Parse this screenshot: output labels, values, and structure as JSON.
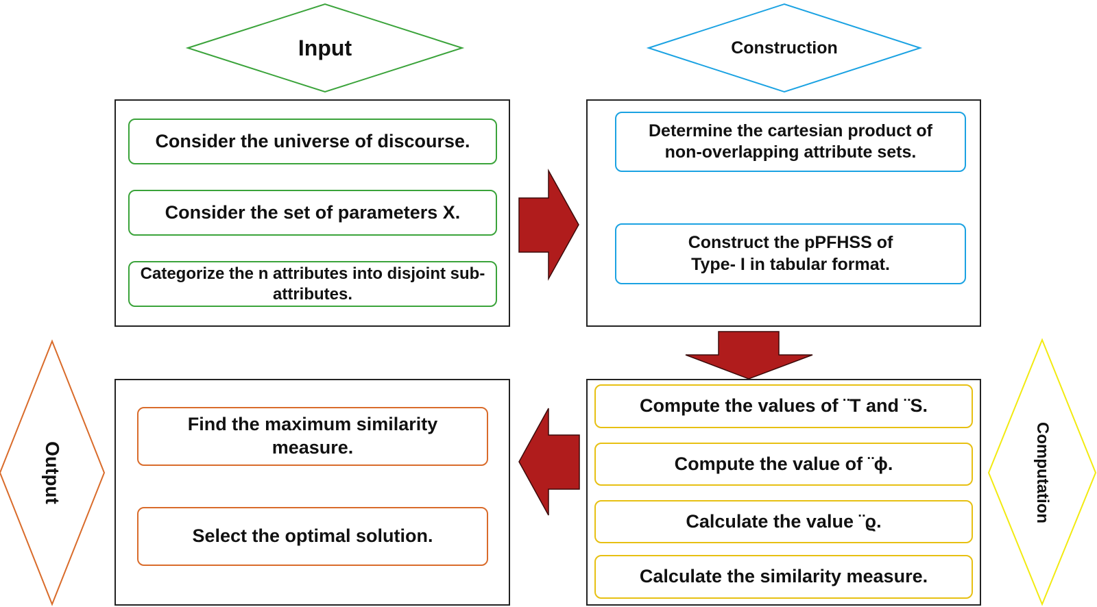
{
  "stages": {
    "input": "Input",
    "construction": "Construction",
    "computation": "Computation",
    "output": "Output"
  },
  "input_steps": [
    "Consider the universe of discourse.",
    "Consider the set of parameters X.",
    "Categorize the n attributes into disjoint sub-attributes."
  ],
  "construction_steps": [
    "Determine the cartesian product of non-overlapping attribute sets.",
    "Construct the pPFHSS of Type- I  in tabular format."
  ],
  "computation_steps": [
    "Compute the values of ¨T and ¨S.",
    "Compute the value of ¨ϕ.",
    "Calculate the value ¨ϱ.",
    "Calculate the similarity measure."
  ],
  "output_steps": [
    "Find the maximum similarity measure.",
    "Select the optimal solution."
  ],
  "colors": {
    "input": "#3aa33a",
    "construction": "#1aa2e2",
    "computation": "#f2ea10",
    "output": "#d96b2a",
    "arrow": "#b01c1c"
  }
}
